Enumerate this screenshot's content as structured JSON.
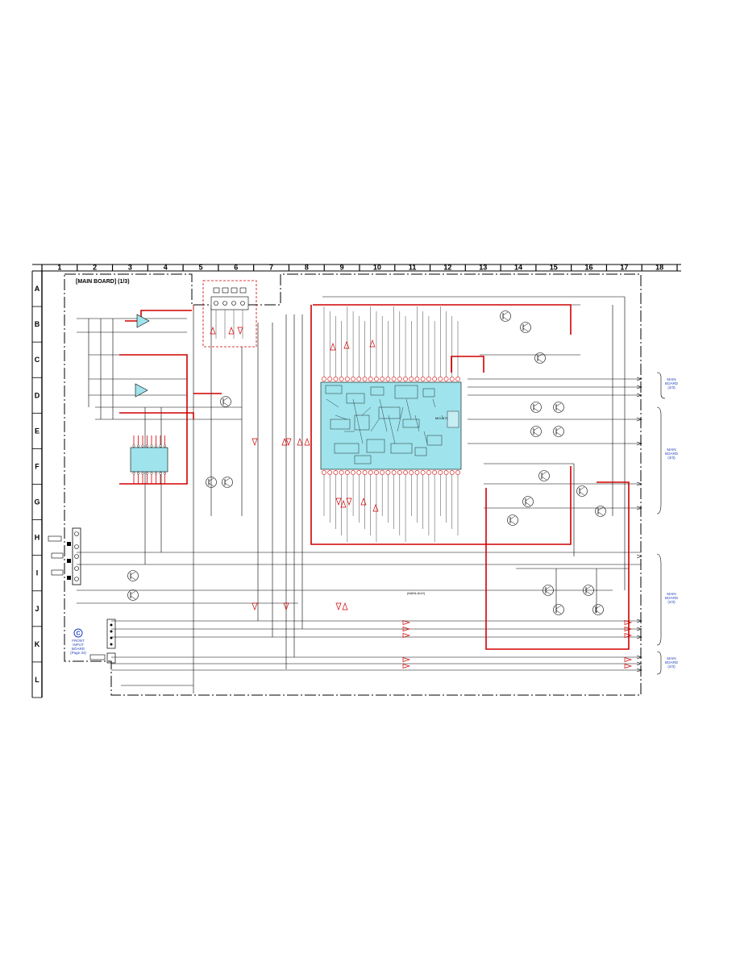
{
  "board_title": "MAIN BOARD",
  "board_part": "(1/3)",
  "columns": [
    "1",
    "2",
    "3",
    "4",
    "5",
    "6",
    "7",
    "8",
    "9",
    "10",
    "11",
    "12",
    "13",
    "14",
    "15",
    "16",
    "17",
    "18"
  ],
  "rows": [
    "A",
    "B",
    "C",
    "D",
    "E",
    "F",
    "G",
    "H",
    "I",
    "J",
    "K",
    "L"
  ],
  "ic_main_label": "MCU171",
  "bus_label": "(MAIN-AUX)",
  "connector_front": {
    "letter": "C",
    "lines": [
      "FRONT",
      "INPUT",
      "BOARD",
      "(Page 34)"
    ]
  },
  "refs": [
    {
      "label": "MAIN",
      "sub": "BOARD",
      "page": "(2/3)"
    },
    {
      "label": "MAIN",
      "sub": "BOARD",
      "page": "(3/3)"
    },
    {
      "label": "MAIN",
      "sub": "BOARD",
      "page": "(2/3)"
    },
    {
      "label": "MAIN",
      "sub": "BOARD",
      "page": "(2/3)"
    }
  ],
  "colors": {
    "ic_fill": "#9fe3ec",
    "power_trace": "#d00000",
    "reference_text": "#1f3fbf"
  }
}
